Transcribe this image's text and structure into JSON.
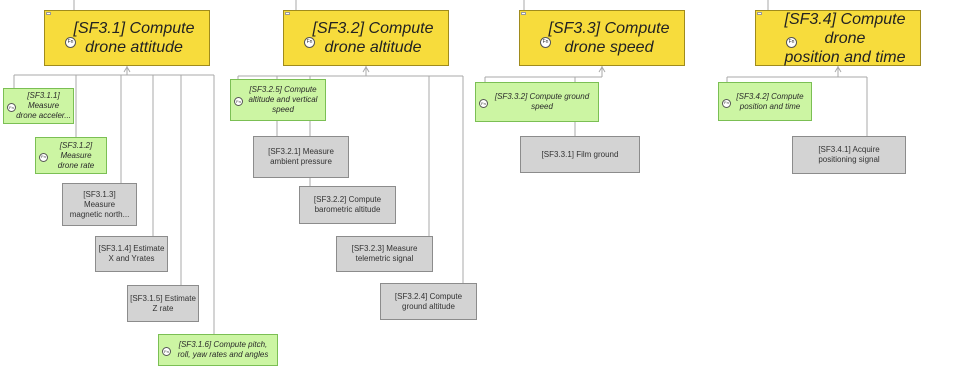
{
  "diagram": {
    "nodes": [
      {
        "id": "sf31",
        "kind": "yellow",
        "lines": [
          "[SF3.1] Compute",
          "drone attitude"
        ]
      },
      {
        "id": "sf32",
        "kind": "yellow",
        "lines": [
          "[SF3.2] Compute",
          "drone altitude"
        ]
      },
      {
        "id": "sf33",
        "kind": "yellow",
        "lines": [
          "[SF3.3] Compute",
          "drone speed"
        ]
      },
      {
        "id": "sf34",
        "kind": "yellow",
        "lines": [
          "[SF3.4] Compute drone",
          "position and time"
        ]
      },
      {
        "id": "sf311",
        "kind": "green",
        "lines": [
          "[SF3.1.1]",
          "Measure",
          "drone acceler..."
        ]
      },
      {
        "id": "sf312",
        "kind": "green",
        "lines": [
          "[SF3.1.2]",
          "Measure",
          "drone rate"
        ]
      },
      {
        "id": "sf313",
        "kind": "gray",
        "lines": [
          "[SF3.1.3]",
          "Measure",
          "magnetic north..."
        ]
      },
      {
        "id": "sf314",
        "kind": "gray",
        "lines": [
          "[SF3.1.4] Estimate",
          "X and Yrates"
        ]
      },
      {
        "id": "sf315",
        "kind": "gray",
        "lines": [
          "[SF3.1.5] Estimate",
          "Z rate"
        ]
      },
      {
        "id": "sf316",
        "kind": "green",
        "lines": [
          "[SF3.1.6] Compute pitch,",
          "roll, yaw rates and angles"
        ]
      },
      {
        "id": "sf325",
        "kind": "green",
        "lines": [
          "[SF3.2.5] Compute",
          "altitude and vertical",
          "speed"
        ]
      },
      {
        "id": "sf321",
        "kind": "gray",
        "lines": [
          "[SF3.2.1] Measure",
          "ambient pressure"
        ]
      },
      {
        "id": "sf322",
        "kind": "gray",
        "lines": [
          "[SF3.2.2] Compute",
          "barometric altitude"
        ]
      },
      {
        "id": "sf323",
        "kind": "gray",
        "lines": [
          "[SF3.2.3] Measure",
          "telemetric signal"
        ]
      },
      {
        "id": "sf324",
        "kind": "gray",
        "lines": [
          "[SF3.2.4] Compute",
          "ground altitude"
        ]
      },
      {
        "id": "sf332",
        "kind": "green",
        "lines": [
          "[SF3.3.2] Compute ground",
          "speed"
        ]
      },
      {
        "id": "sf331",
        "kind": "gray",
        "lines": [
          "[SF3.3.1] Film ground"
        ]
      },
      {
        "id": "sf342",
        "kind": "green",
        "lines": [
          "[SF3.4.2] Compute",
          "position and time"
        ]
      },
      {
        "id": "sf341",
        "kind": "gray",
        "lines": [
          "[SF3.4.1] Acquire",
          "positioning signal"
        ]
      }
    ],
    "edges": [
      {
        "parent": "sf31",
        "children": [
          "sf311",
          "sf312",
          "sf313",
          "sf314",
          "sf315",
          "sf316"
        ]
      },
      {
        "parent": "sf32",
        "children": [
          "sf325",
          "sf321",
          "sf322",
          "sf323",
          "sf324"
        ]
      },
      {
        "parent": "sf33",
        "children": [
          "sf332",
          "sf331"
        ]
      },
      {
        "parent": "sf34",
        "children": [
          "sf342",
          "sf341"
        ]
      }
    ],
    "icon_label": "Fn"
  }
}
